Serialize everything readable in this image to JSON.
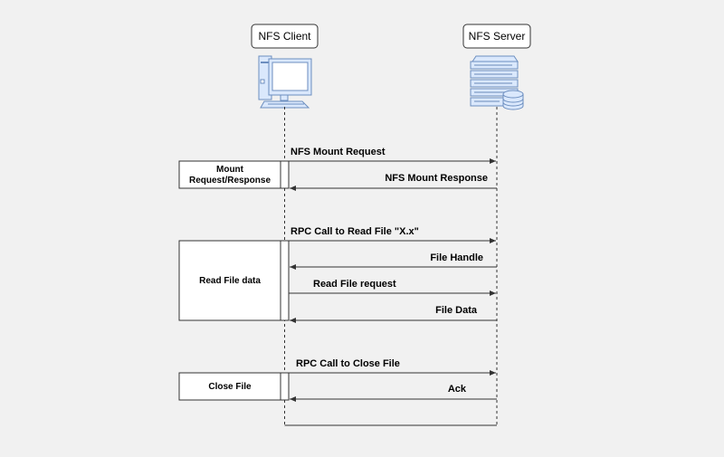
{
  "participants": {
    "client": "NFS Client",
    "server": "NFS Server"
  },
  "groups": {
    "mount": [
      "Mount",
      "Request/Response"
    ],
    "read": "Read File data",
    "close": "Close File"
  },
  "messages": {
    "mount_request": "NFS Mount Request",
    "mount_response": "NFS Mount Response",
    "rpc_read": "RPC Call to Read File \"X.x\"",
    "file_handle": "File Handle",
    "read_request": "Read File request",
    "file_data": "File Data",
    "rpc_close": "RPC Call to Close File",
    "ack": "Ack"
  },
  "colors": {
    "background": "#f1f1f1",
    "line": "#333333",
    "box_fill": "#ffffff",
    "text": "#000000",
    "icon_fill": "#dae8fc",
    "icon_stroke": "#6c8ebf"
  }
}
